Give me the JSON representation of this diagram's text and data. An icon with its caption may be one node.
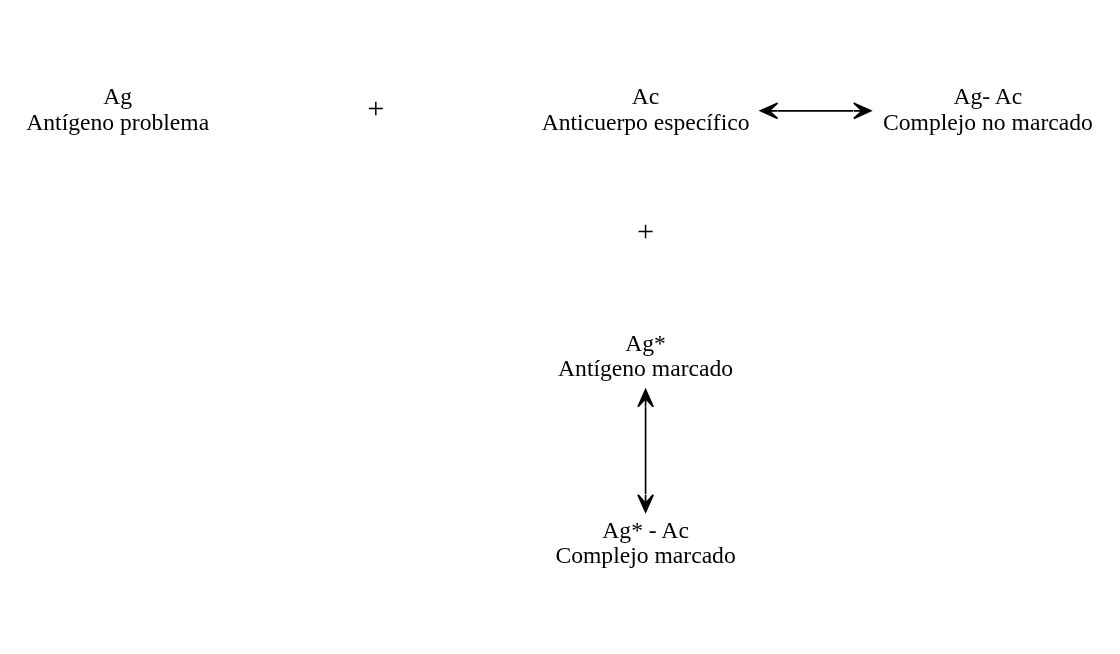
{
  "diagram": {
    "nodes": [
      {
        "text": [
          "Ag",
          "Antígeno problema"
        ]
      },
      {
        "text": [
          "Ac",
          "Anticuerpo específico"
        ]
      },
      {
        "text": [
          "Ag- Ac",
          "Complejo no marcado"
        ]
      },
      {
        "text": [
          "Ag*",
          "Antígeno marcado"
        ]
      },
      {
        "text": [
          "Ag* - Ac",
          "Complejo marcado"
        ]
      }
    ],
    "edges": [
      {
        "from": 1,
        "to": 2,
        "arrow": "both"
      },
      {
        "from": 3,
        "to": 4,
        "arrow": "both"
      }
    ],
    "labels": [
      "+",
      "+"
    ]
  }
}
